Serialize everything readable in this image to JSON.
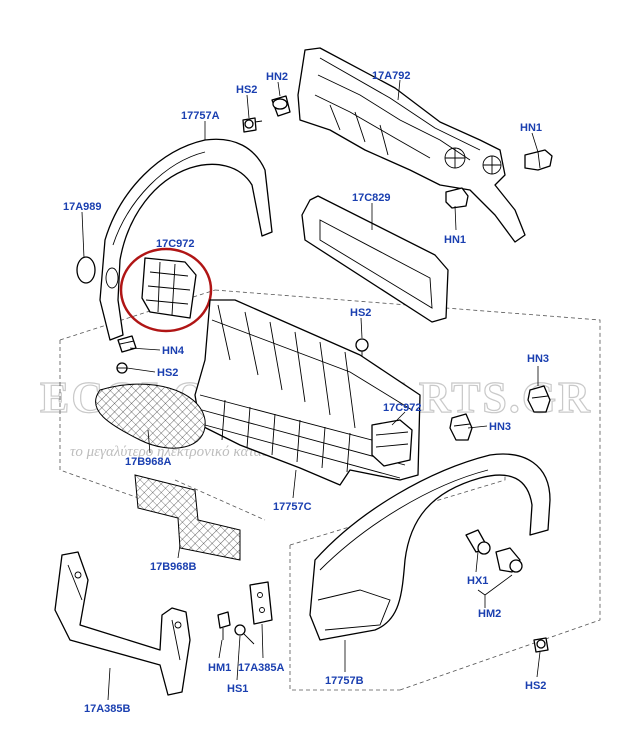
{
  "watermark": {
    "brand": "ECOLOG CARPARTS.GR",
    "tagline": "το μεγαλύτερο ηλεκτρονικό κατάστημα ανταλλακτικών"
  },
  "labels": {
    "p17A792": "17A792",
    "hn2": "HN2",
    "hs2_top": "HS2",
    "p17757A": "17757A",
    "hn1_right": "HN1",
    "p17A989": "17A989",
    "p17C972_left": "17C972",
    "p17C829": "17C829",
    "hn1_lower": "HN1",
    "hs2_mid": "HS2",
    "hn4": "HN4",
    "hs2_left": "HS2",
    "hn3_top": "HN3",
    "p17C972_right": "17C972",
    "hn3_lower": "HN3",
    "p17B968A_a": "17B968A",
    "p17757C": "17757C",
    "p17B968B": "17B968B",
    "hx1": "HX1",
    "hm2": "HM2",
    "p17A385A": "17A385A",
    "hm1": "HM1",
    "hs1": "HS1",
    "p17757B": "17757B",
    "hs2_bottom": "HS2",
    "p17A385B": "17A385B"
  },
  "colors": {
    "label": "#1a3fb0",
    "highlight_circle": "#b01515",
    "watermark": "#c9c9c9"
  }
}
